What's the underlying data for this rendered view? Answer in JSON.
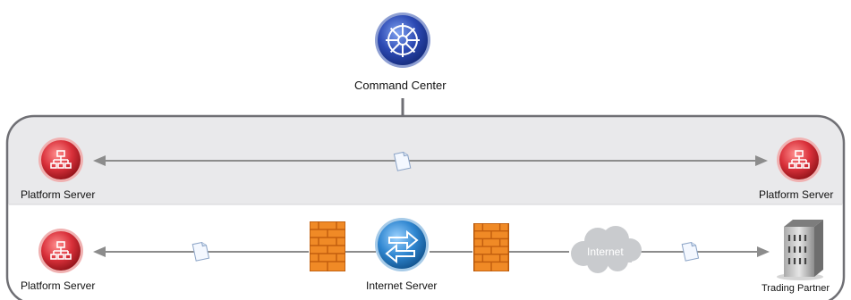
{
  "command_center": {
    "label": "Command Center"
  },
  "top_row": {
    "left_server_label": "Platform Server",
    "right_server_label": "Platform Server"
  },
  "bottom_row": {
    "left_server_label": "Platform Server",
    "internet_server_label": "Internet Server",
    "cloud_label": "Internet",
    "partner_label": "Trading Partner"
  },
  "colors": {
    "server_red": "#d9303a",
    "command_blue": "#2a46a8",
    "internet_server_blue": "#2f86d0",
    "panel_gray": "#e9e9eb",
    "frame": "#6f6f74",
    "arrow": "#8c8c8c",
    "firewall": "#f08a26",
    "cloud": "#c9cbce"
  }
}
